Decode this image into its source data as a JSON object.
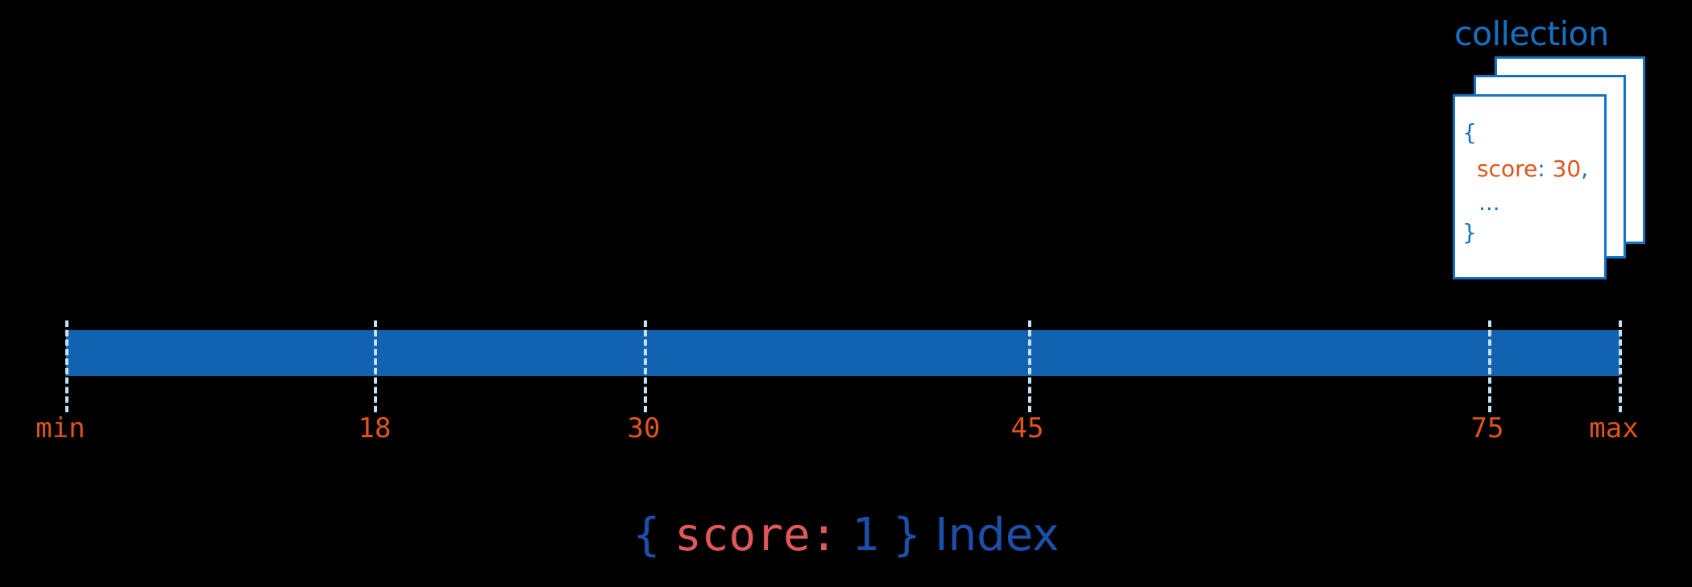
{
  "collection": {
    "title": "collection",
    "document": {
      "open_brace": "{",
      "field": "score",
      "colon": ":",
      "value": "30",
      "comma": ",",
      "ellipsis": "...",
      "close_brace": "}"
    }
  },
  "index_axis": {
    "ticks": [
      {
        "label": "min"
      },
      {
        "label": "18"
      },
      {
        "label": "30"
      },
      {
        "label": "45"
      },
      {
        "label": "75"
      },
      {
        "label": "max"
      }
    ]
  },
  "index_caption": {
    "open_brace": "{",
    "field": "score:",
    "value": "1",
    "close_brace": "}",
    "label": "Index"
  },
  "colors": {
    "bar": "#1162b0",
    "accent_blue": "#1472c4",
    "accent_orange": "#e0541d",
    "tick": "#c7dff3",
    "background": "#000000"
  }
}
